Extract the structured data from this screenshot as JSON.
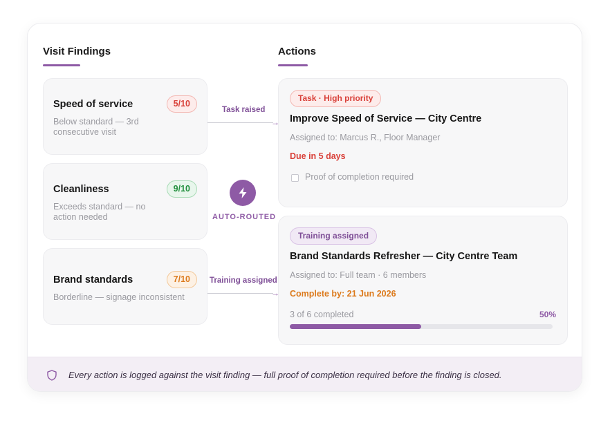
{
  "findings": {
    "title": "Visit Findings",
    "items": [
      {
        "title": "Speed of service",
        "score": "5/10",
        "description": "Below standard — 3rd consecutive visit"
      },
      {
        "title": "Cleanliness",
        "score": "9/10",
        "description": "Exceeds standard — no action needed"
      },
      {
        "title": "Brand standards",
        "score": "7/10",
        "description": "Borderline — signage inconsistent"
      }
    ]
  },
  "routing": {
    "task_label": "Task raised",
    "training_label": "Training assigned",
    "auto_label": "AUTO-ROUTED",
    "auto_icon": "lightning-bolt-icon"
  },
  "actions": {
    "title": "Actions",
    "task": {
      "tag": "Task · High priority",
      "title": "Improve Speed of Service — City Centre",
      "assigned": "Assigned to: Marcus R., Floor Manager",
      "due": "Due in 5 days",
      "checkbox_label": "Proof of completion required"
    },
    "training": {
      "tag": "Training assigned",
      "title": "Brand Standards Refresher — City Centre Team",
      "assigned": "Assigned to: Full team · 6 members",
      "due": "Complete by: 21 Jun 2026",
      "progress_label": "3 of 6 completed",
      "progress_pct": "50%",
      "progress_value": 0.5
    }
  },
  "footer": {
    "icon": "shield-icon",
    "text": "Every action is logged against the visit finding — full proof of completion required before the finding is closed."
  },
  "colors": {
    "accent": "#8e5aa5",
    "red": "#d9413a",
    "green": "#23903f",
    "orange": "#dc7a1c"
  }
}
